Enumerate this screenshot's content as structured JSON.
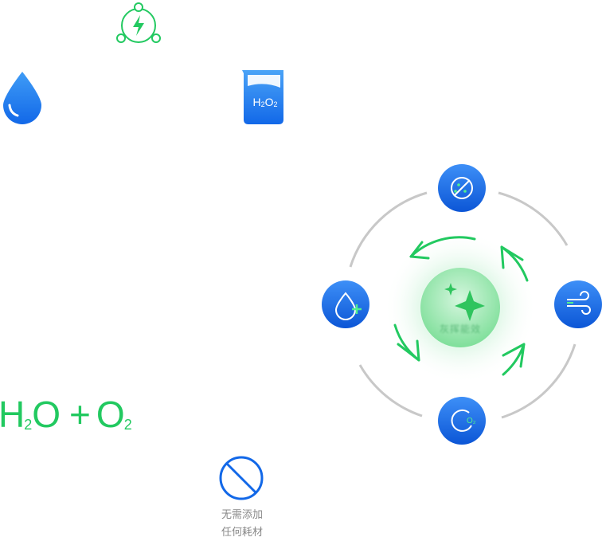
{
  "formula": {
    "h": "H",
    "h_sub": "2",
    "o": "O",
    "plus": "+",
    "o2": "O",
    "o2_sub": "2"
  },
  "beaker": {
    "h": "H",
    "h_sub": "2",
    "o": "O",
    "o_sub": "2"
  },
  "no_consumables": {
    "line1": "无需添加",
    "line2": "任何耗材"
  },
  "center_text": "灰挥能效",
  "colors": {
    "brand_blue": "#1268e8",
    "light_blue": "#3f9cf6",
    "green": "#22c960",
    "orbit_grey": "#c8c8c8"
  },
  "icons": [
    "energy-cycle-icon",
    "water-drop-icon",
    "h2o2-beaker-icon",
    "sterilize-icon",
    "moisturize-icon",
    "airflow-icon",
    "oxygen-icon",
    "sparkle-icon",
    "no-addition-icon"
  ]
}
